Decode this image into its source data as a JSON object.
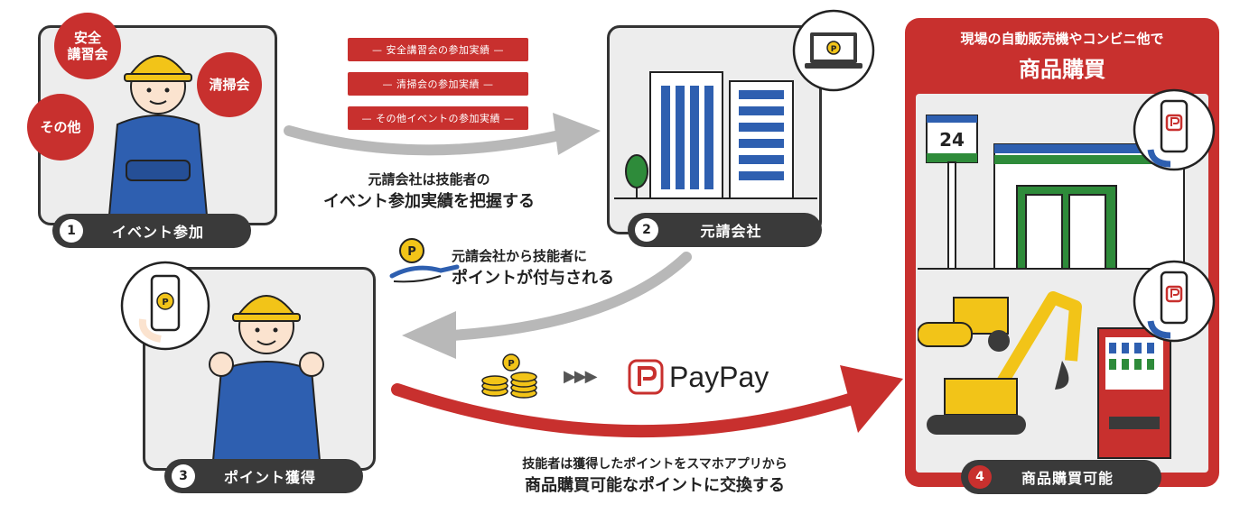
{
  "steps": [
    {
      "num": "1",
      "label": "イベント参加"
    },
    {
      "num": "2",
      "label": "元請会社"
    },
    {
      "num": "3",
      "label": "ポイント獲得"
    },
    {
      "num": "4",
      "label": "商品購買可能"
    }
  ],
  "event_bubbles": {
    "safety": "安全\n講習会",
    "cleaning": "清掃会",
    "other": "その他"
  },
  "tags": [
    "— 安全講習会の参加実績 —",
    "— 清掃会の参加実績 —",
    "— その他イベントの参加実績 —"
  ],
  "caption_1": {
    "line1": "元請会社は技能者の",
    "line2": "イベント参加実績を把握する"
  },
  "caption_2": {
    "line1": "元請会社から技能者に",
    "line2": "ポイントが付与される"
  },
  "caption_3": {
    "line1": "技能者は獲得したポイントをスマホアプリから",
    "line2": "商品購買可能なポイントに交換する"
  },
  "panel4_title": {
    "line1": "現場の自動販売機やコンビニ他で",
    "line2": "商品購買"
  },
  "store_sign": "24",
  "paypay": {
    "text": "PayPay",
    "arrows": "▶▶▶"
  },
  "coin_letter": "P",
  "colors": {
    "red": "#c8302e",
    "dark": "#3a3a3a",
    "panel_bg": "#ededed",
    "blue": "#2e5fb0",
    "yellow": "#f2c418",
    "green": "#2e8b3a"
  }
}
